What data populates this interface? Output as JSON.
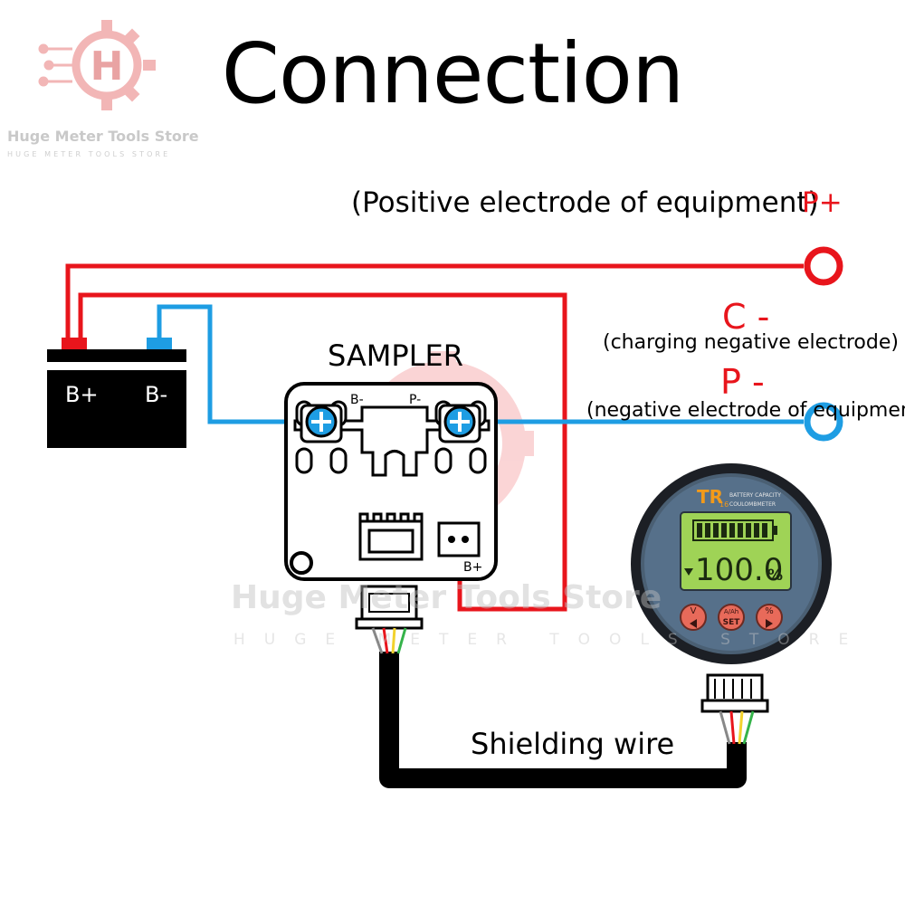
{
  "title": "Connection",
  "store": {
    "name": "Huge Meter Tools Store",
    "subtitle": "HUGE METER TOOLS STORE",
    "logo_letter": "H"
  },
  "watermark": {
    "main": "Huge Meter Tools Store",
    "sub": "HUGE METER TOOLS STORE"
  },
  "terminals": {
    "p_plus": {
      "description": "(Positive electrode of equipment)",
      "label": "P+"
    },
    "c_minus": {
      "label": "C -",
      "description": "(charging negative electrode)"
    },
    "p_minus": {
      "label": "P -",
      "description": "(negative electrode of equipment)"
    }
  },
  "battery": {
    "pos_label": "B+",
    "neg_label": "B-"
  },
  "sampler": {
    "title": "SAMPLER",
    "bminus_label": "B-",
    "pminus_label": "P-",
    "bplus_label": "B+"
  },
  "meter": {
    "brand": "TR",
    "model_suffix": "16",
    "line1": "BATTERY CAPACITY",
    "line2": "COULOMBMETER",
    "reading": "100.0",
    "unit": "%",
    "btn_left_label": "V",
    "btn_mid_label": "A/Ah",
    "btn_mid_sub": "SET",
    "btn_right_label": "%"
  },
  "cable_label": "Shielding wire",
  "colors": {
    "red_wire": "#e8151c",
    "blue_wire": "#1e9de3",
    "cable": "#000000",
    "lcd": "#9fd356"
  }
}
